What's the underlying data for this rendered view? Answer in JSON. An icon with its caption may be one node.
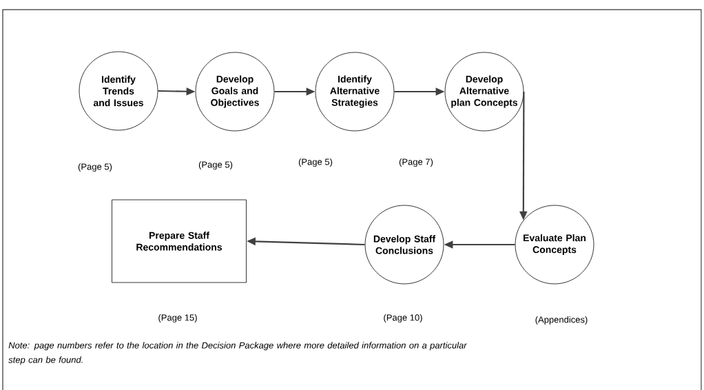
{
  "diagram": {
    "nodes": [
      {
        "text": [
          "Identify Trends and Issues"
        ],
        "beside": [
          "(Page 5)"
        ]
      },
      {
        "text": [
          "Develop Goals and Objectives"
        ],
        "beside": [
          "(Page 5)"
        ]
      },
      {
        "text": [
          "Identify Alternative Strategies"
        ],
        "beside": [
          "(Page 5)"
        ]
      },
      {
        "text": [
          "Develop Alternative plan Concepts"
        ],
        "beside": [
          "(Page 7)"
        ]
      },
      {
        "text": [
          "Evaluate Plan Concepts"
        ],
        "beside": [
          "(Appendices)"
        ]
      },
      {
        "text": [
          "Develop Staff Conclusions"
        ],
        "beside": [
          "(Page 10)"
        ]
      },
      {
        "text": [
          "Prepare Staff Recommendations"
        ],
        "beside": [
          "(Page 15)"
        ]
      }
    ],
    "edges": [
      {
        "from": 0,
        "to": 1,
        "arrow": "to"
      },
      {
        "from": 1,
        "to": 2,
        "arrow": "to"
      },
      {
        "from": 2,
        "to": 3,
        "arrow": "to"
      },
      {
        "from": 3,
        "to": 4,
        "arrow": "to"
      },
      {
        "from": 4,
        "to": 5,
        "arrow": "to"
      },
      {
        "from": 5,
        "to": 6,
        "arrow": "to"
      }
    ],
    "labels": [
      "Note: page numbers refer to the location in the Decision Package where more detailed information on a particular step can be found."
    ]
  }
}
